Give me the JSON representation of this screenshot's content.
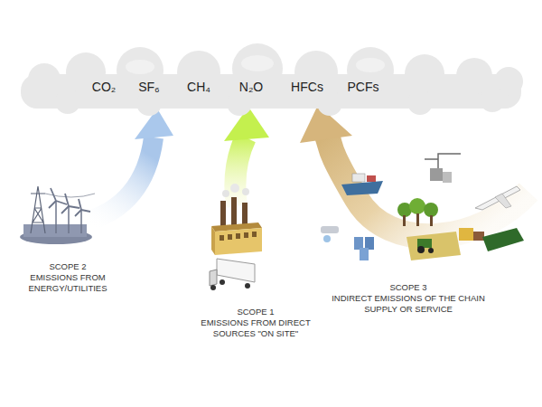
{
  "diagram": {
    "nodes": [
      {
        "text": [
          "CO₂",
          "SF₆",
          "CH₄",
          "N₂O",
          "HFCs",
          "PCFs"
        ]
      }
    ],
    "labels": [
      "SCOPE 2",
      "EMISSIONS FROM ENERGY/UTILITIES",
      "SCOPE 1",
      "EMISSIONS FROM DIRECT SOURCES \"ON SITE\"",
      "SCOPE 3",
      "INDIRECT EMISSIONS OF THE CHAIN SUPPLY OR SERVICE"
    ]
  }
}
